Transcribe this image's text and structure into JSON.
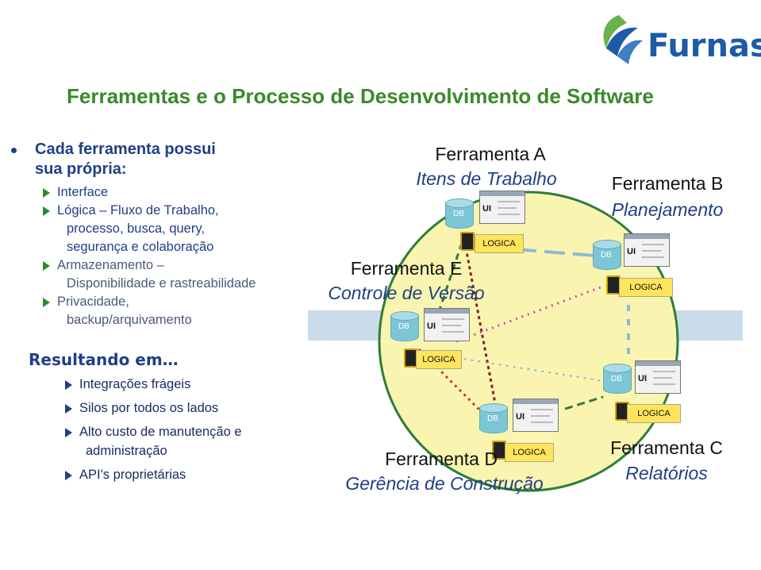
{
  "logo": {
    "text": "Furnas",
    "color": "#1e5aa8",
    "accent": "#6ab04c"
  },
  "title": "Ferramentas e o Processo de Desenvolvimento de Software",
  "left": {
    "heading_lines": [
      "Cada ferramenta possui",
      "sua própria:"
    ],
    "items": [
      {
        "lines": [
          "Interface"
        ]
      },
      {
        "lines": [
          "Lógica – Fluxo de Trabalho,",
          "processo, busca, query,",
          "segurança e colaboração"
        ]
      },
      {
        "lines": [
          "Armazenamento –",
          "Disponibilidade e rastreabilidade"
        ]
      },
      {
        "lines": [
          "Privacidade,",
          "backup/arquivamento"
        ]
      }
    ],
    "result_heading": "Resultando em…",
    "results": [
      {
        "lines": [
          "Integrações frágeis"
        ]
      },
      {
        "lines": [
          "Silos por todos os lados"
        ]
      },
      {
        "lines": [
          "Alto custo de manutenção e",
          "administração"
        ]
      },
      {
        "lines": [
          "API's proprietárias"
        ]
      }
    ]
  },
  "tools": {
    "a": {
      "name": "Ferramenta A",
      "sub": "Itens de Trabalho"
    },
    "b": {
      "name": "Ferramenta B",
      "sub": "Planejamento"
    },
    "c": {
      "name": "Ferramenta C",
      "sub": "Relatórios"
    },
    "d": {
      "name": "Ferramenta D",
      "sub": "Gerência de Construção"
    },
    "e": {
      "name": "Ferramenta E",
      "sub": "Controle de Versão"
    }
  },
  "component_labels": {
    "db": "DB",
    "ui": "UI",
    "logic": "LOGICA"
  },
  "colors": {
    "circle_fill": "#f9f5b0",
    "circle_stroke": "#2e7d3a",
    "band": "#c8dbe8",
    "title": "#3a8a2a",
    "text_blue": "#1f3f86"
  }
}
